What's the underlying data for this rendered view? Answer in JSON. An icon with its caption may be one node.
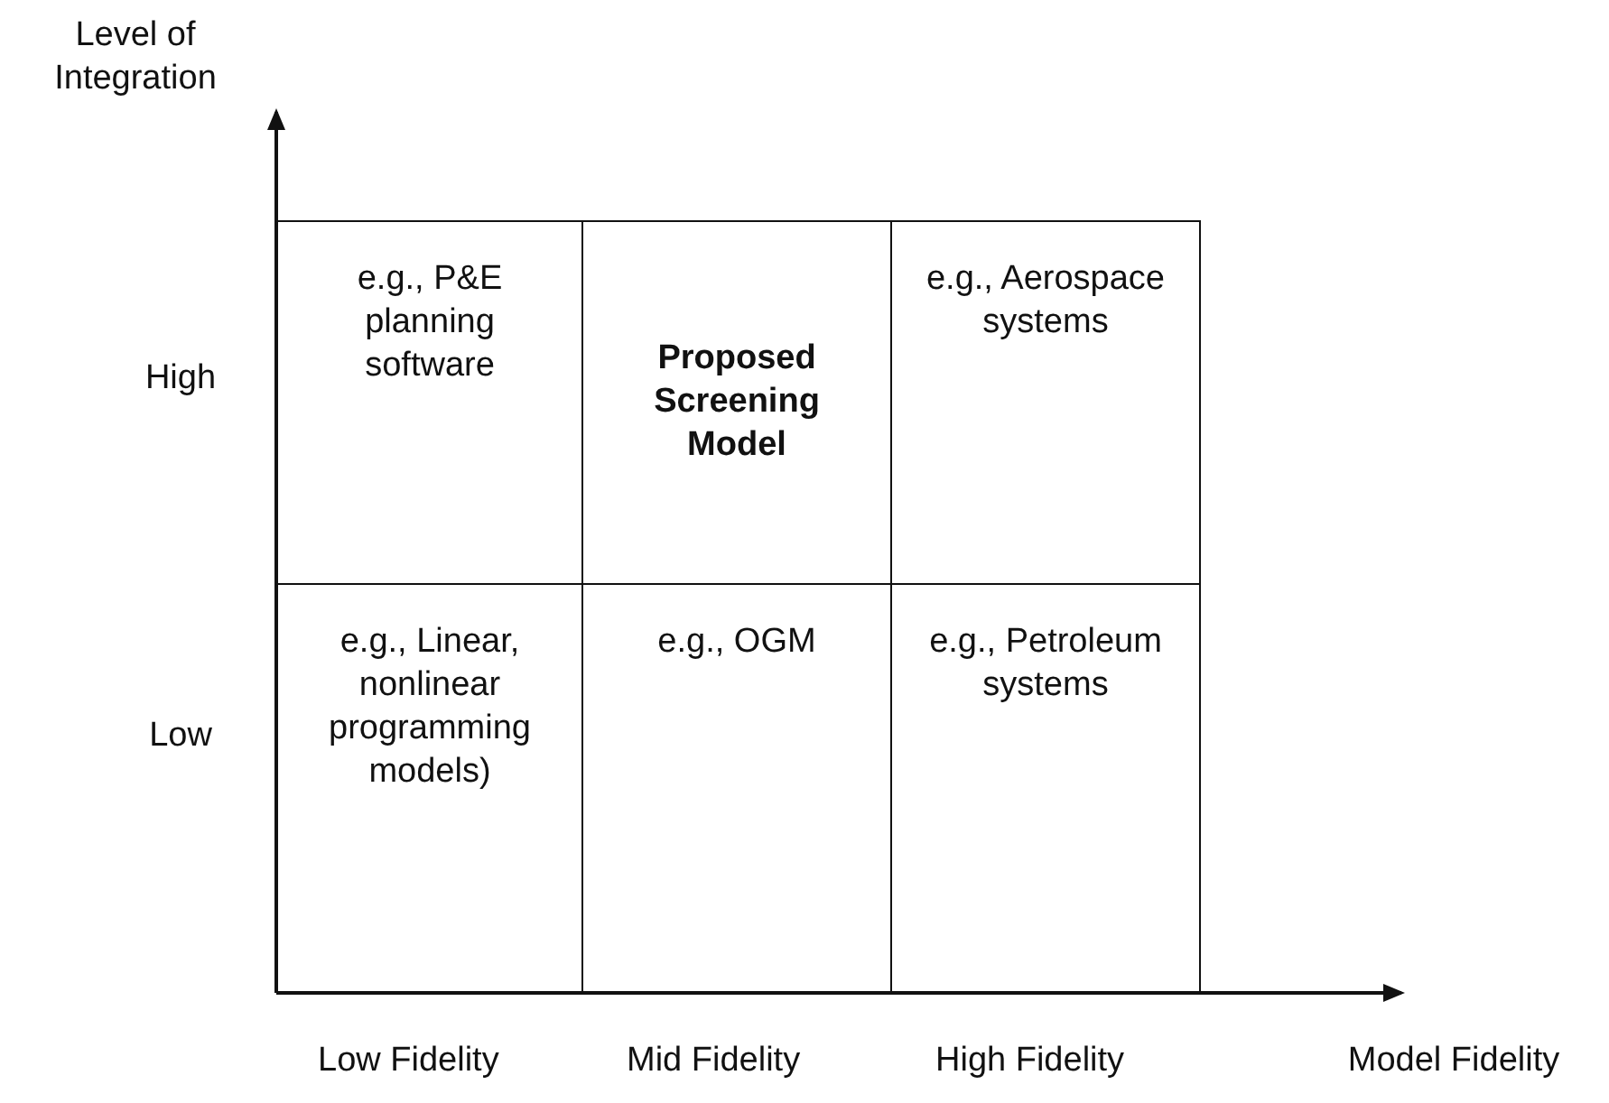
{
  "diagram": {
    "nodes": [
      {
        "text": [
          "e.g., P&E planning software"
        ]
      },
      {
        "text": [
          "Proposed Screening Model"
        ]
      },
      {
        "text": [
          "e.g., Aerospace systems"
        ]
      },
      {
        "text": [
          "e.g., Linear, nonlinear programming models)"
        ]
      },
      {
        "text": [
          "e.g., OGM"
        ]
      },
      {
        "text": [
          "e.g., Petroleum systems"
        ]
      }
    ],
    "edges": [],
    "labels": [
      "Level of Integration",
      "High",
      "Low",
      "Low Fidelity",
      "Mid Fidelity",
      "High Fidelity",
      "Model Fidelity"
    ]
  }
}
